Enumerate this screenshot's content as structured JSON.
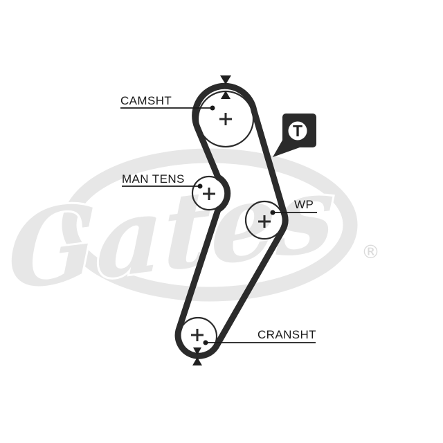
{
  "diagram": {
    "type": "timing-belt-routing",
    "pulleys": [
      {
        "id": "camshaft",
        "label": "CAMSHT"
      },
      {
        "id": "manual-tensioner",
        "label": "MAN TENS"
      },
      {
        "id": "water-pump",
        "label": "WP"
      },
      {
        "id": "crankshaft",
        "label": "CRANSHT"
      }
    ],
    "badge": {
      "label": "T"
    },
    "watermark": {
      "brand": "Gates",
      "registered_mark": "®"
    },
    "colors": {
      "line": "#2b2b2b",
      "label_text": "#1a1a1a",
      "watermark_gray": "#e7e7e7",
      "background": "#ffffff"
    }
  }
}
